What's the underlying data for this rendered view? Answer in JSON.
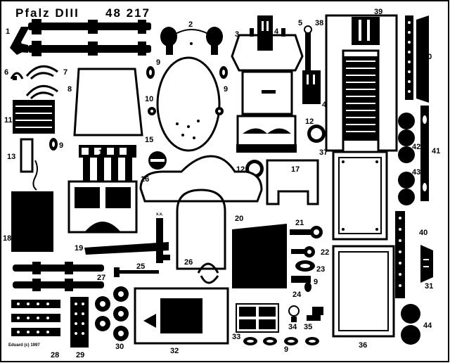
{
  "sheet": {
    "title": "Pfalz DIII",
    "catalog_number": "48 217",
    "copyright": "Eduard (c) 1997",
    "small_marking": "x.x."
  },
  "part_numbers": [
    "1",
    "2",
    "3",
    "4",
    "4",
    "5",
    "6",
    "7",
    "8",
    "9",
    "9",
    "9",
    "9",
    "9",
    "10",
    "11",
    "12",
    "12",
    "13",
    "14",
    "15",
    "16",
    "17",
    "18",
    "19",
    "20",
    "21",
    "22",
    "23",
    "24",
    "25",
    "26",
    "27",
    "28",
    "29",
    "30",
    "31",
    "32",
    "33",
    "34",
    "35",
    "36",
    "37",
    "38",
    "39",
    "40",
    "40",
    "41",
    "42",
    "43",
    "44"
  ]
}
